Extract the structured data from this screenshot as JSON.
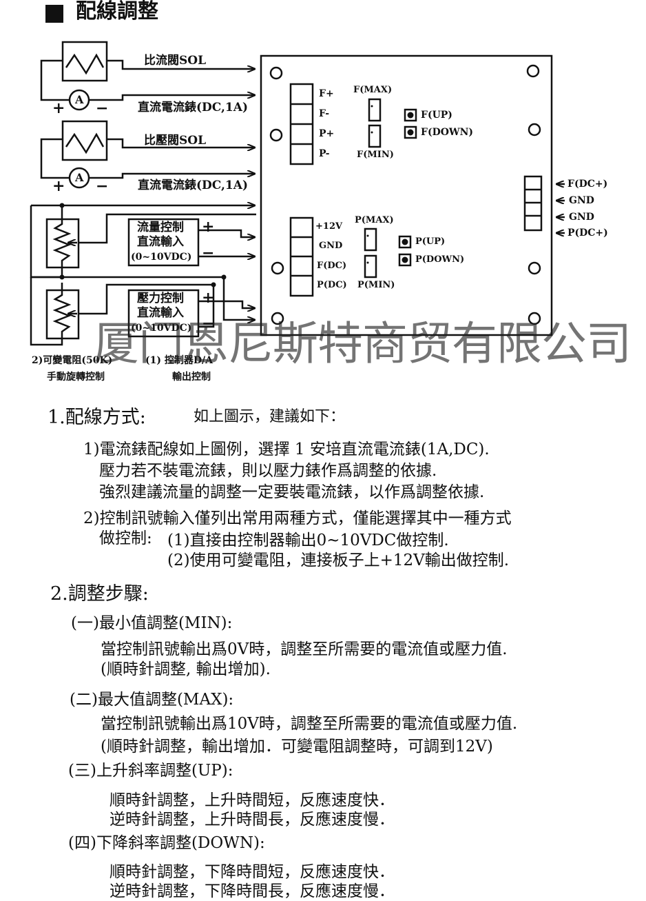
{
  "title": "配線調整",
  "watermark": "厦门恩尼斯特商贸有限公司",
  "diagram": {
    "sol_flow": "比流閥SOL",
    "ammeter1": "直流電流錶(DC,1A)",
    "sol_pressure": "比壓閥SOL",
    "ammeter2": "直流電流錶(DC,1A)",
    "ammeter_symbol": "A",
    "plus": "+",
    "minus": "−",
    "flow_ctrl": [
      "流量控制",
      "直流輸入",
      "(0~10VDC)"
    ],
    "press_ctrl": [
      "壓力控制",
      "直流輸入",
      "(0~10VDC)"
    ],
    "note_resistor": [
      "2)可變電阻(50K)",
      "手動旋轉控制"
    ],
    "note_controller": [
      "(1) 控制器D/A",
      "輸出控制"
    ],
    "board_left_top": [
      "F+",
      "F-",
      "P+",
      "P-"
    ],
    "board_left_bottom": [
      "+12V",
      "GND",
      "F(DC)",
      "P(DC)"
    ],
    "f_max": "F(MAX)",
    "f_min": "F(MIN)",
    "p_max": "P(MAX)",
    "p_min": "P(MIN)",
    "f_up": "F(UP)",
    "f_down": "F(DOWN)",
    "p_up": "P(UP)",
    "p_down": "P(DOWN)",
    "board_right": [
      "F(DC+)",
      "GND",
      "GND",
      "P(DC+)"
    ]
  },
  "section1": {
    "heading": "1.配線方式:",
    "heading_note": "如上圖示，建議如下：",
    "item1": [
      "1)電流錶配線如上圖例，選擇 1 安培直流電流錶(1A,DC).",
      "壓力若不裝電流錶，則以壓力錶作爲調整的依據.",
      "強烈建議流量的調整一定要裝電流錶，以作爲調整依據."
    ],
    "item2": [
      "2)控制訊號輸入僅列出常用兩種方式，僅能選擇其中一種方式",
      "做控制:",
      "(1)直接由控制器輸出0~10VDC做控制.",
      "(2)使用可變電阻，連接板子上+12V輸出做控制."
    ]
  },
  "section2": {
    "heading": "2.調整步驟:",
    "steps": [
      {
        "title": "(一)最小值調整(MIN):",
        "lines": [
          "當控制訊號輸出爲0V時，調整至所需要的電流值或壓力值.",
          "(順時針調整, 輸出增加)."
        ]
      },
      {
        "title": "(二)最大值調整(MAX):",
        "lines": [
          "當控制訊號輸出爲10V時，調整至所需要的電流值或壓力值.",
          "(順時針調整，輸出增加．可變電阻調整時，可調到12V)"
        ]
      },
      {
        "title": "(三)上升斜率調整(UP):",
        "lines": [
          "順時針調整，上升時間短，反應速度快．",
          "逆時針調整，上升時間長，反應速度慢．"
        ]
      },
      {
        "title": "(四)下降斜率調整(DOWN):",
        "lines": [
          "順時針調整，下降時間短，反應速度快．",
          "逆時針調整，下降時間長，反應速度慢．"
        ]
      }
    ]
  }
}
